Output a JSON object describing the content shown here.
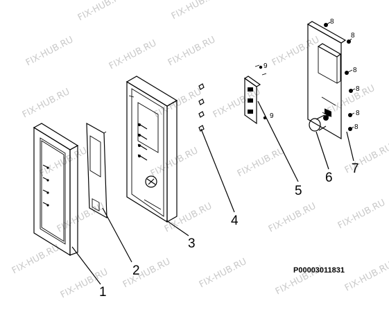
{
  "watermark": "FIX-HUB.RU",
  "part_code": "P00003011831",
  "callouts": [
    {
      "id": "1",
      "label": "1"
    },
    {
      "id": "2",
      "label": "2"
    },
    {
      "id": "3",
      "label": "3"
    },
    {
      "id": "4",
      "label": "4"
    },
    {
      "id": "5",
      "label": "5"
    },
    {
      "id": "6",
      "label": "6"
    },
    {
      "id": "7",
      "label": "7"
    }
  ],
  "screw_labels": {
    "eight": "8",
    "nine": "9"
  },
  "colors": {
    "line": "#000000",
    "watermark": "#c9c9c9",
    "background": "#ffffff"
  }
}
